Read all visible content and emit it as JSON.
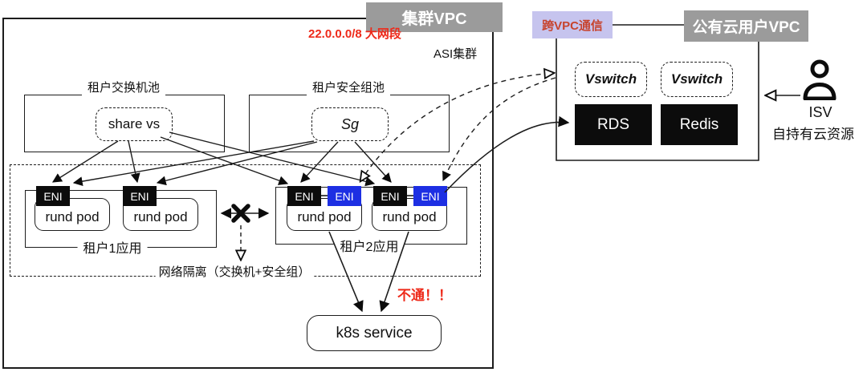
{
  "colors": {
    "accent_red": "#ee2a1a",
    "label_gray": "#9b9b9b",
    "lavender_bg": "#c6c4ee",
    "lavender_text": "#c7442e",
    "eni_blue": "#1d2fe3"
  },
  "cluster": {
    "vpc_label": "集群VPC",
    "cidr_note": "22.0.0.0/8 大网段",
    "asi_label": "ASI集群",
    "switch_pool": {
      "title": "租户交换机池",
      "item": "share vs"
    },
    "sg_pool": {
      "title": "租户安全组池",
      "item": "Sg"
    },
    "isolation_label": "网络隔离（交换机+安全组）",
    "tenants": [
      {
        "label": "租户1应用",
        "pods": [
          {
            "name": "rund pod",
            "enis": [
              "ENI"
            ]
          },
          {
            "name": "rund pod",
            "enis": [
              "ENI"
            ]
          }
        ]
      },
      {
        "label": "租户2应用",
        "pods": [
          {
            "name": "rund pod",
            "enis": [
              "ENI",
              "ENI"
            ]
          },
          {
            "name": "rund pod",
            "enis": [
              "ENI",
              "ENI"
            ]
          }
        ]
      }
    ],
    "k8s_service_label": "k8s service",
    "blocked_label": "不通！！"
  },
  "cross_vpc": {
    "label": "跨VPC通信"
  },
  "public_vpc": {
    "label": "公有云用户VPC",
    "vswitches": [
      "Vswitch",
      "Vswitch"
    ],
    "services": [
      "RDS",
      "Redis"
    ]
  },
  "isv": {
    "name": "ISV",
    "desc": "自持有云资源"
  }
}
